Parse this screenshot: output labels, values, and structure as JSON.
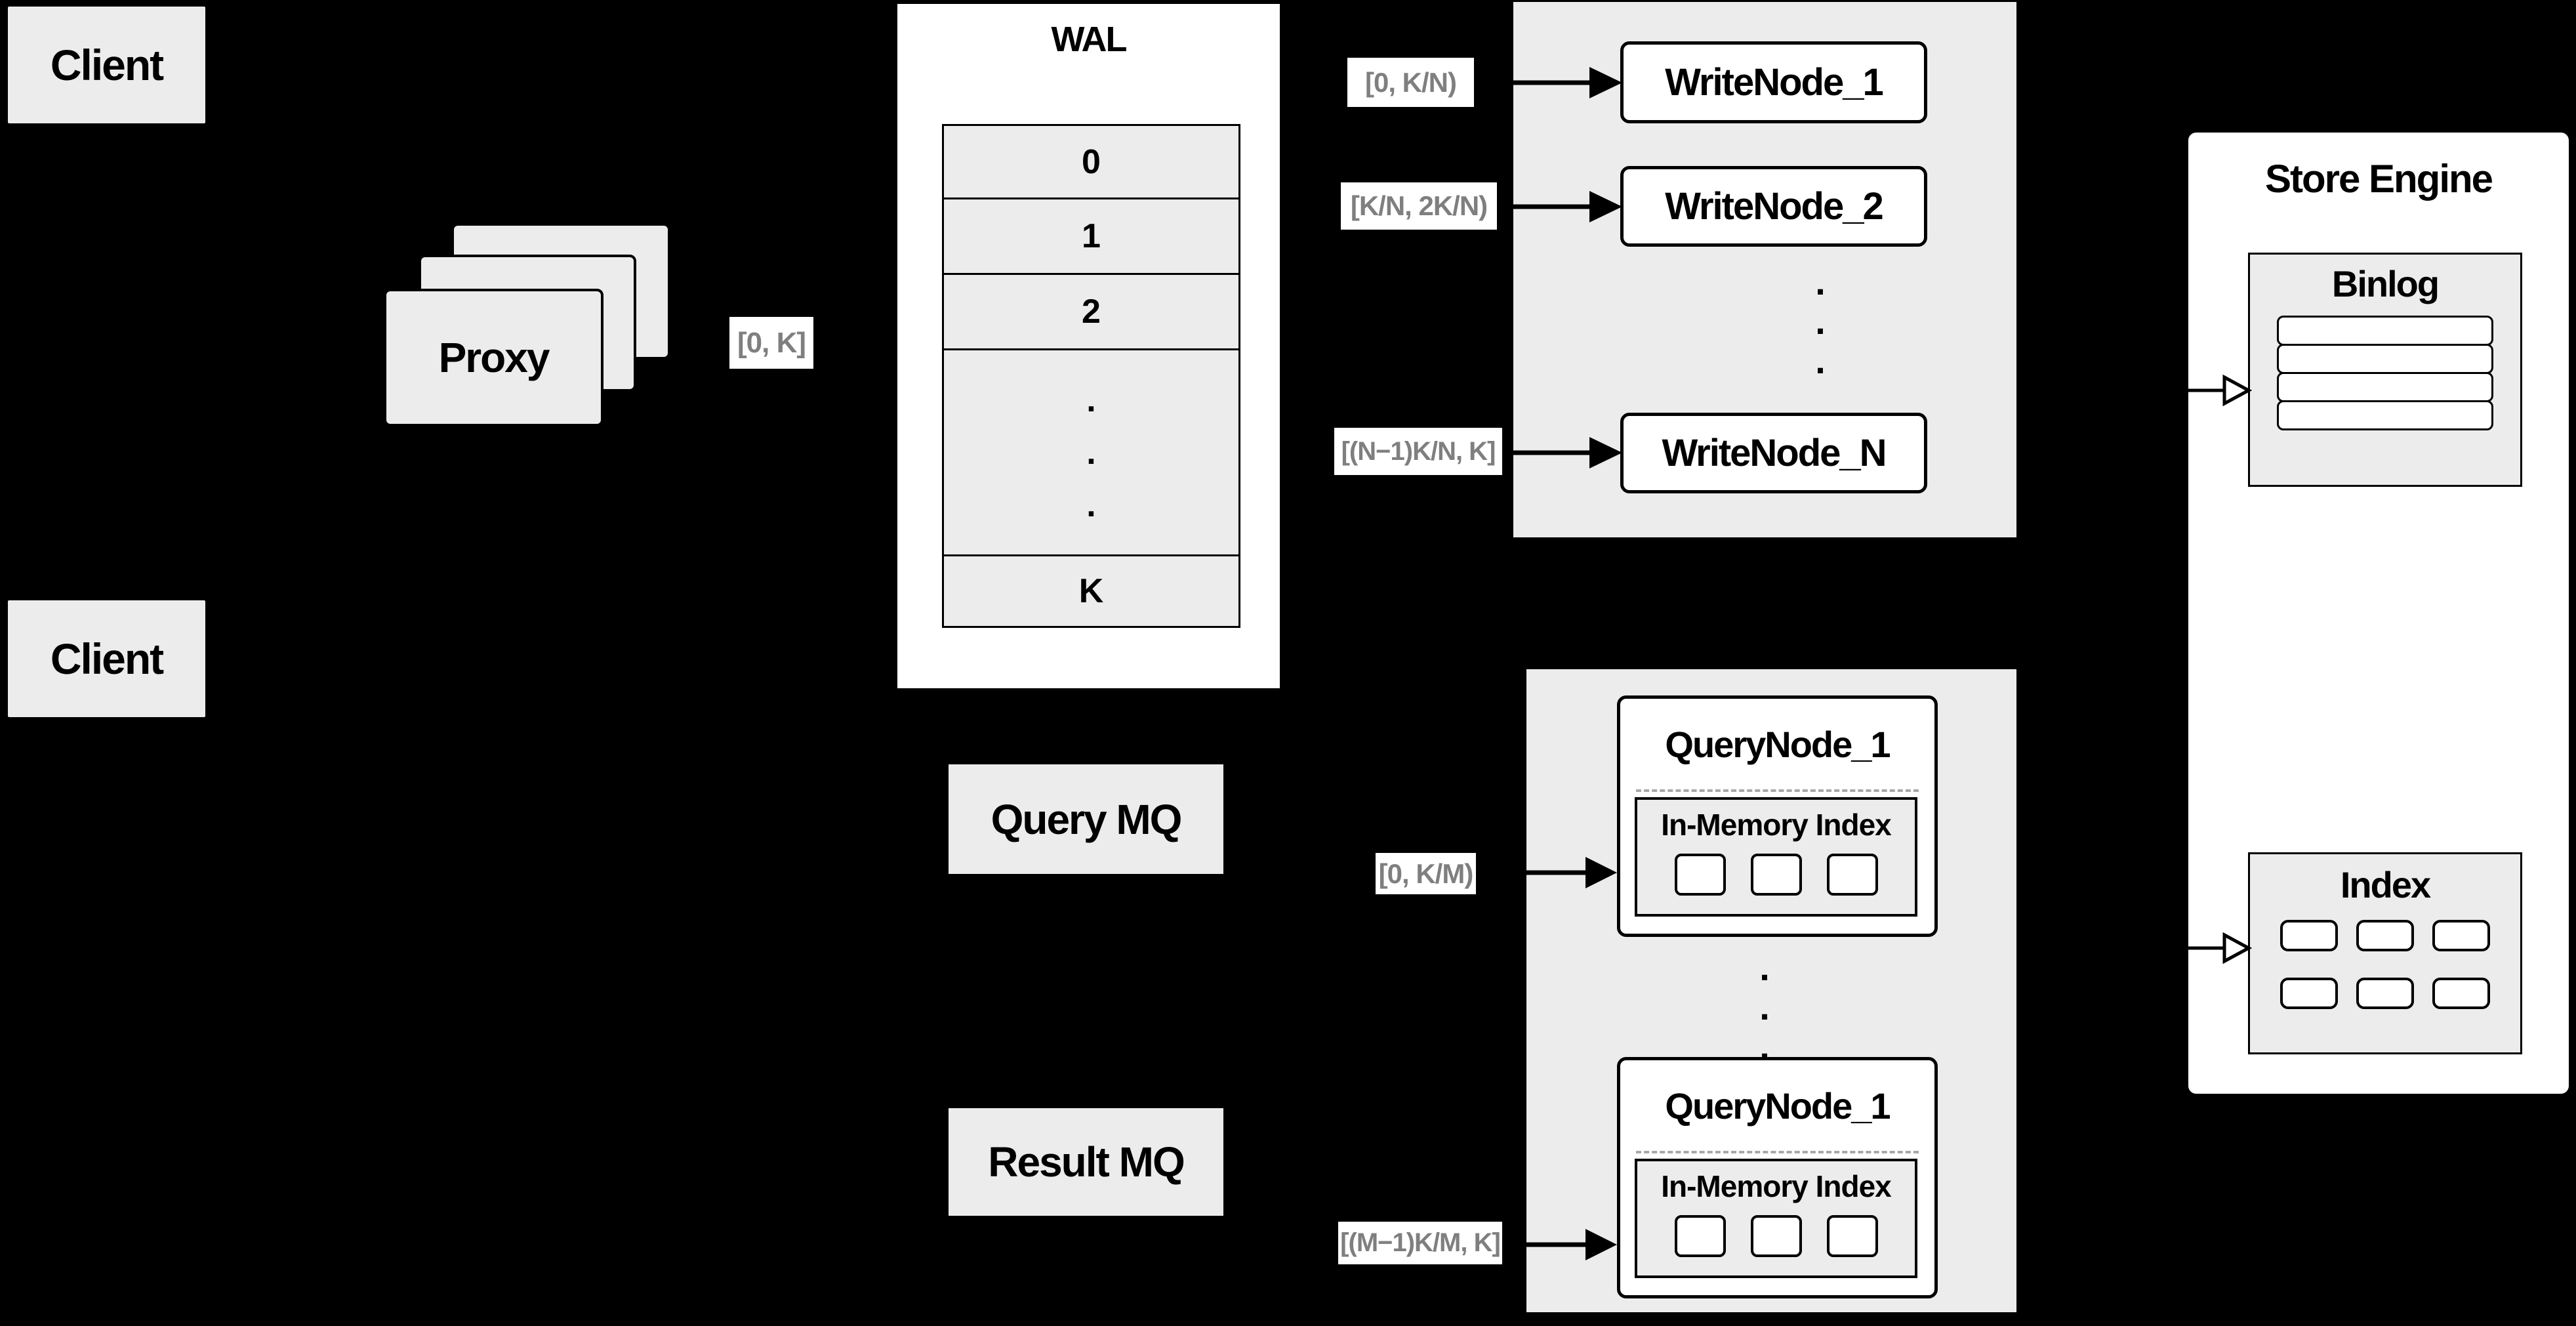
{
  "colors": {
    "background": "#000000",
    "panel_fill": "#ececec",
    "node_fill": "#ffffff",
    "stroke": "#000000",
    "range_text": "#7f7f7f",
    "dash": "#a9a9a9"
  },
  "client_top": {
    "label": "Client"
  },
  "client_bottom": {
    "label": "Client"
  },
  "proxy": {
    "label": "Proxy"
  },
  "range_labels": {
    "proxy": "[0, K]",
    "write_1": "[0, K/N)",
    "write_2": "[K/N, 2K/N)",
    "write_n": "[(N−1)K/N, K]",
    "query_1": "[0, K/M)",
    "query_m": "[(M−1)K/M, K]"
  },
  "wal": {
    "title": "WAL",
    "rows": [
      "0",
      "1",
      "2"
    ],
    "last_row": "K"
  },
  "write_group": {
    "node_1": "WriteNode_1",
    "node_2": "WriteNode_2",
    "node_n": "WriteNode_N"
  },
  "query_group": {
    "node_top": "QueryNode_1",
    "node_bottom": "QueryNode_1",
    "inmem_label": "In-Memory Index"
  },
  "mq": {
    "query": "Query MQ",
    "result": "Result MQ"
  },
  "store_engine": {
    "title": "Store Engine",
    "binlog_label": "Binlog",
    "index_label": "Index"
  },
  "misc": {
    "dot": "."
  }
}
